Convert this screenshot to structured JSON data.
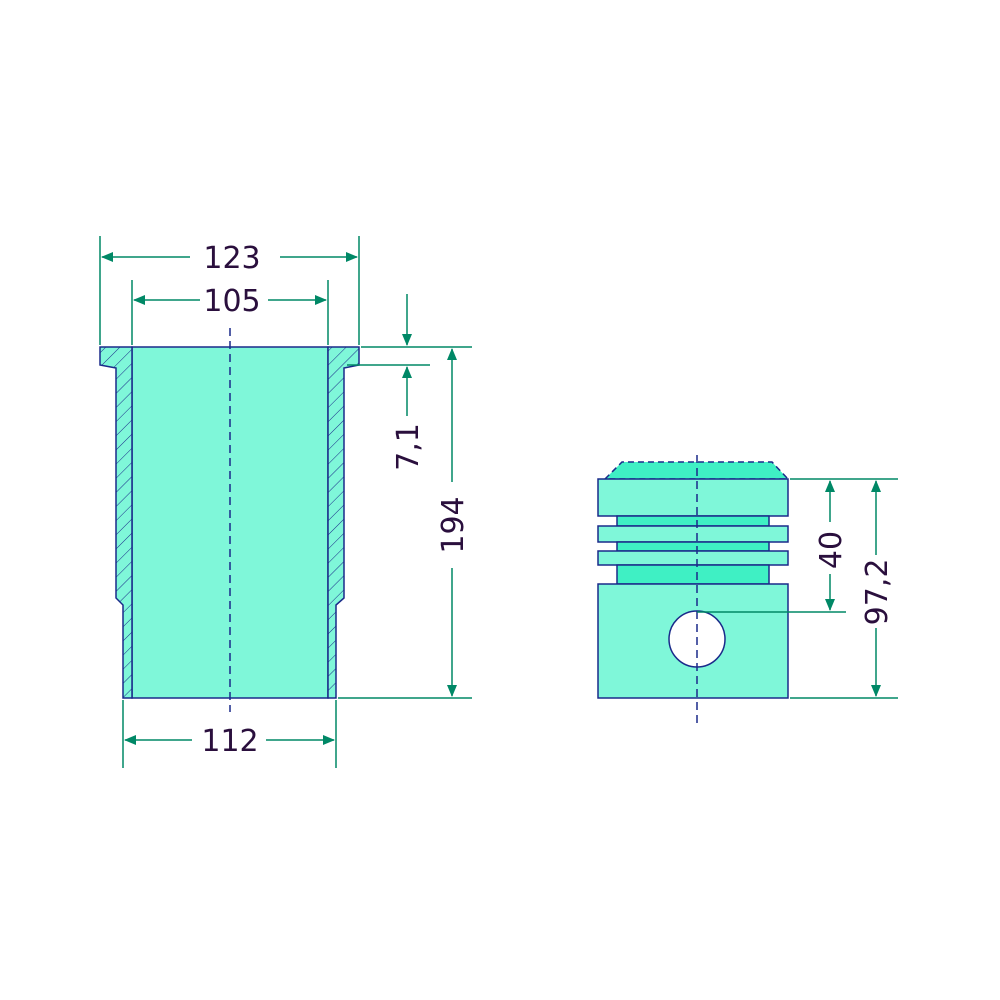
{
  "colors": {
    "fill": "#7ff7d9",
    "fill_dark": "#3ff0c4",
    "outline": "#1a2a8a",
    "dimension": "#008866",
    "text": "#2a0f3d"
  },
  "liner": {
    "flange_width_label": "123",
    "bore_label": "105",
    "bottom_width_label": "112",
    "flange_height_label": "7,1",
    "height_label": "194"
  },
  "piston": {
    "compression_height_label": "40",
    "total_height_label": "97,2"
  }
}
